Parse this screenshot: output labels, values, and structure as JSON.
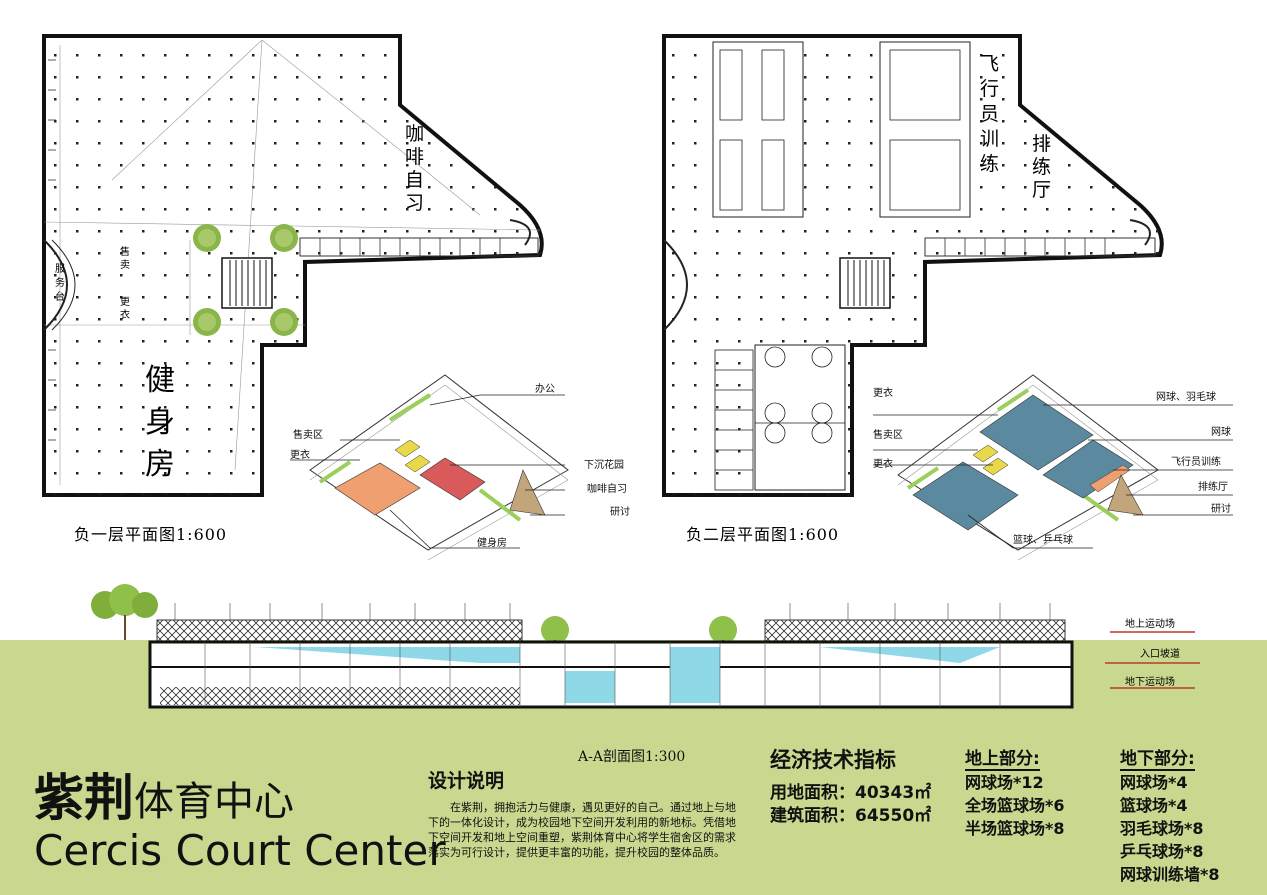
{
  "plan_left": {
    "caption": "负一层平面图1:600",
    "labels": {
      "cafe": "咖啡自习",
      "gym": "健身房",
      "service": "服务台",
      "area1": "售卖区",
      "area2": "更衣"
    }
  },
  "plan_right": {
    "caption": "负二层平面图1:600",
    "labels": {
      "pilot": "飞行员训练",
      "rehearsal": "排练厅"
    }
  },
  "axon_left": {
    "labels": [
      "办公",
      "售卖区",
      "更衣",
      "下沉花园",
      "咖啡自习",
      "研讨",
      "健身房"
    ]
  },
  "axon_right": {
    "labels": [
      "更衣",
      "网球、羽毛球",
      "售卖区",
      "网球",
      "更衣",
      "飞行员训练",
      "排练厅",
      "研讨",
      "篮球、乒乓球"
    ]
  },
  "section": {
    "caption": "A-A剖面图1:300",
    "legend": [
      "地上运动场",
      "入口坡道",
      "地下运动场"
    ]
  },
  "title": {
    "cn_main": "紫荆",
    "cn_sub": "体育中心",
    "en": "Cercis Court Center"
  },
  "design": {
    "heading": "设计说明",
    "body": "在紫荆，拥抱活力与健康，遇见更好的自己。通过地上与地下的一体化设计，成为校园地下空间开发利用的新地标。凭借地下空间开发和地上空间重塑，紫荆体育中心将学生宿舍区的需求落实为可行设计，提供更丰富的功能，提升校园的整体品质。"
  },
  "econ": {
    "heading": "经济技术指标",
    "rows": [
      "用地面积：40343㎡",
      "建筑面积：64550㎡"
    ]
  },
  "above": {
    "heading": "地上部分:",
    "items": [
      "网球场*12",
      "全场篮球场*6",
      "半场篮球场*8"
    ]
  },
  "below": {
    "heading": "地下部分:",
    "items": [
      "网球场*4",
      "篮球场*4",
      "羽毛球场*8",
      "乒乓球场*8",
      "网球训练墙*8"
    ]
  },
  "colors": {
    "green_band": "#c8d98f",
    "blue": "#5b8aa0",
    "salmon": "#f0a070",
    "red": "#d95a5a",
    "yellow": "#e8d84a",
    "tan": "#c2a57a",
    "cyan": "#8fd8e8",
    "legend_red": "#c0392b"
  }
}
